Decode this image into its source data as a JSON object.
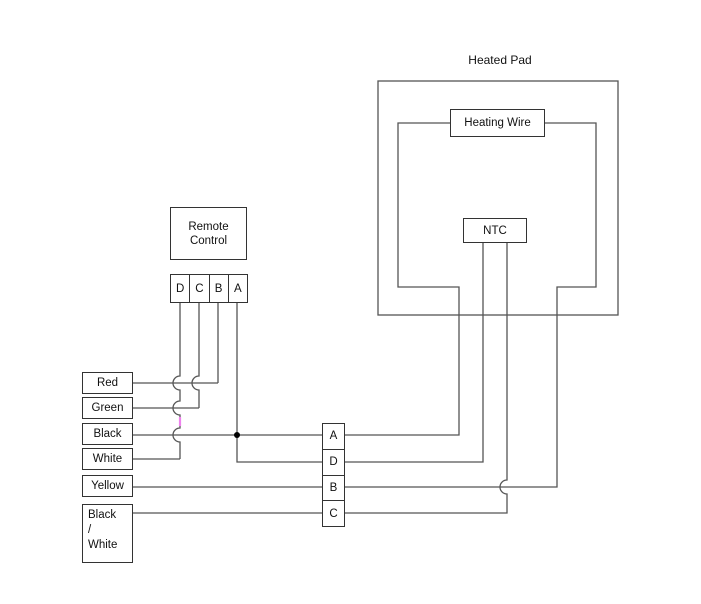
{
  "heated_pad": {
    "label": "Heated Pad",
    "heating_wire_label": "Heating Wire",
    "ntc_label": "NTC"
  },
  "remote_control": {
    "label_lines": [
      "Remote",
      "Control"
    ],
    "pins": [
      "D",
      "C",
      "B",
      "A"
    ]
  },
  "wire_labels": [
    "Red",
    "Green",
    "Black",
    "White",
    "Yellow"
  ],
  "black_white_label_lines": [
    "Black",
    "/",
    "White"
  ],
  "connector": {
    "pins": [
      "A",
      "D",
      "B",
      "C"
    ]
  },
  "connections": [
    {
      "from": "Red wire",
      "to": "Remote Control pin B"
    },
    {
      "from": "Green wire",
      "to": "Remote Control pin C"
    },
    {
      "from": "White wire",
      "to": "Remote Control pin D"
    },
    {
      "from": "Black wire",
      "to": "Remote Control pin A, connector A and connector D (common junction)"
    },
    {
      "from": "Yellow wire",
      "to": "Connector B"
    },
    {
      "from": "Black / White wire",
      "to": "Connector C"
    },
    {
      "from": "Connector A",
      "to": "Heating Wire left lead"
    },
    {
      "from": "Connector D",
      "to": "NTC left lead"
    },
    {
      "from": "Connector B",
      "to": "Heating Wire right lead"
    },
    {
      "from": "Connector C",
      "to": "NTC right lead"
    }
  ],
  "colors": {
    "wire": "#555555",
    "box_border": "#333333",
    "junction": "#000000",
    "highlight_tick": "#ee82ee",
    "background": "#ffffff"
  }
}
